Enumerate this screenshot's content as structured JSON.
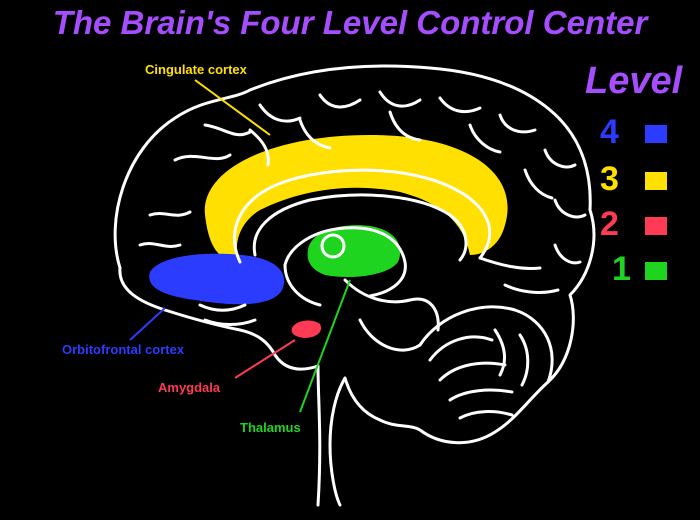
{
  "title": "The Brain's Four Level Control Center",
  "colors": {
    "title": "#a64dff",
    "level4": "#2b3cff",
    "level3": "#ffe000",
    "level2": "#ff3a55",
    "level1": "#1ed41e",
    "outline": "#ffffff",
    "background": "#000000"
  },
  "legend": {
    "title": "Level",
    "items": [
      {
        "number": "4",
        "color": "#2b3cff"
      },
      {
        "number": "3",
        "color": "#ffe000"
      },
      {
        "number": "2",
        "color": "#ff3a55"
      },
      {
        "number": "1",
        "color": "#1ed41e"
      }
    ]
  },
  "labels": {
    "cingulate": "Cingulate cortex",
    "orbitofrontal": "Orbitofrontal cortex",
    "amygdala": "Amygdala",
    "thalamus": "Thalamus"
  }
}
